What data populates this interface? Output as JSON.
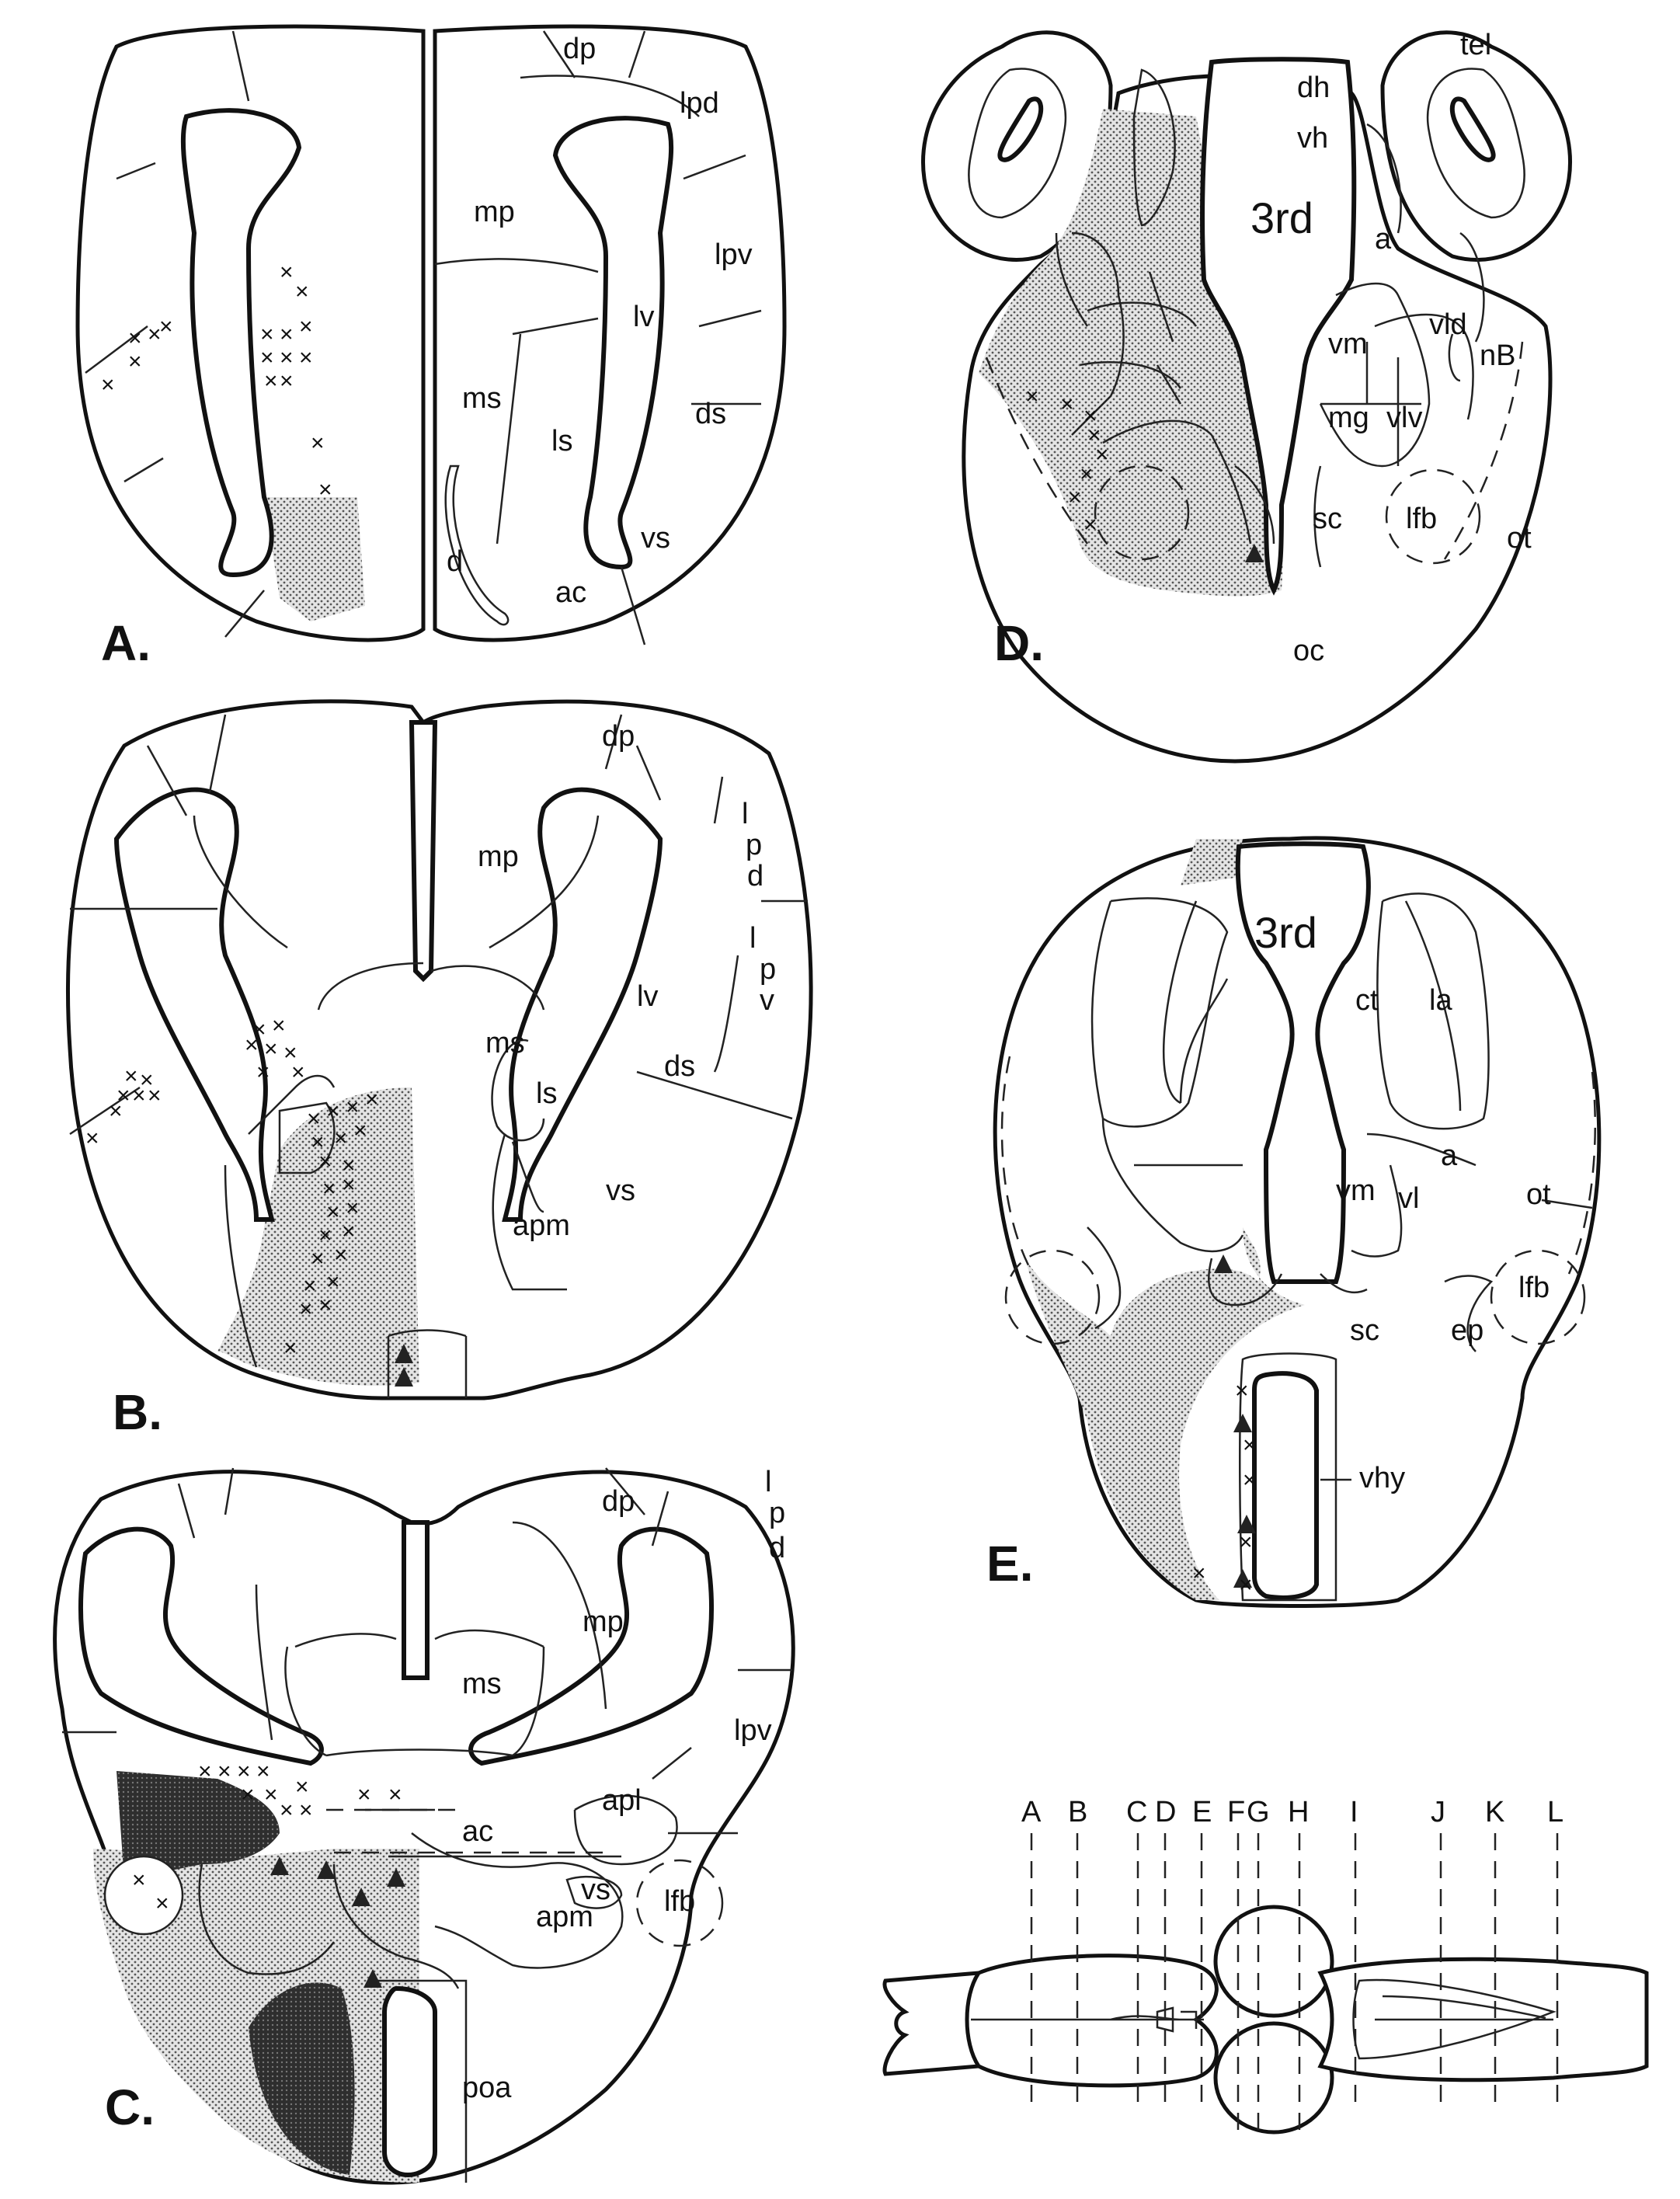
{
  "panels": {
    "A": {
      "letter": "A.",
      "regions": [
        "dp",
        "lpd",
        "mp",
        "lpv",
        "lv",
        "ms",
        "ls",
        "ds",
        "vs",
        "d",
        "ac"
      ]
    },
    "B": {
      "letter": "B.",
      "regions": [
        "dp",
        "l",
        "p",
        "d",
        "mp",
        "l",
        "p",
        "v",
        "lv",
        "ms",
        "ls",
        "ds",
        "vs",
        "apm"
      ]
    },
    "C": {
      "letter": "C.",
      "regions": [
        "dp",
        "l",
        "p",
        "d",
        "mp",
        "ms",
        "lpv",
        "apl",
        "ac",
        "vs",
        "apm",
        "lfb",
        "poa"
      ]
    },
    "D": {
      "letter": "D.",
      "regions": [
        "tel",
        "dh",
        "vh",
        "3rd",
        "a",
        "vld",
        "vm",
        "nB",
        "mg",
        "vlv",
        "sc",
        "lfb",
        "ot",
        "oc"
      ]
    },
    "E": {
      "letter": "E.",
      "regions": [
        "3rd",
        "ct",
        "la",
        "vm",
        "vl",
        "a",
        "ot",
        "lfb",
        "sc",
        "ep",
        "vhy"
      ]
    }
  },
  "brain_index": {
    "levels": [
      "A",
      "B",
      "C",
      "D",
      "E",
      "F",
      "G",
      "H",
      "I",
      "J",
      "K",
      "L"
    ]
  },
  "colors": {
    "ink": "#111111",
    "stipple": "#9a9a9a",
    "dense_stipple": "#3a3a3a"
  }
}
